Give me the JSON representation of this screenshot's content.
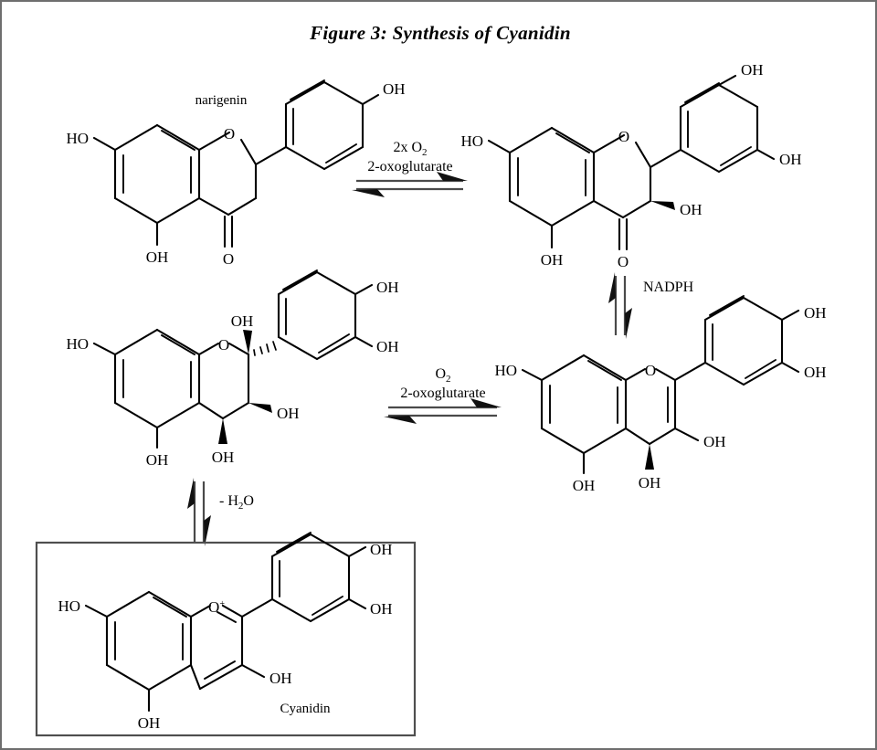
{
  "figure": {
    "title": "Figure 3: Synthesis of Cyanidin",
    "page_border_color": "#6e6e6e",
    "background_color": "#ffffff"
  },
  "molecules": [
    {
      "id": "naringenin",
      "name_label": "narigenin",
      "position": "top-left",
      "atom_labels": [
        "HO",
        "OH",
        "O",
        "O",
        "OH"
      ],
      "ring_oxygen": "O",
      "ketone_oxygen": "O",
      "a_ring_hydroxyls": [
        "HO",
        "OH"
      ],
      "b_ring_hydroxyls": [
        "OH"
      ]
    },
    {
      "id": "dihydroquercetin",
      "name_label": "",
      "position": "top-right",
      "atom_labels": [
        "HO",
        "OH",
        "O",
        "O",
        "OH",
        "OH",
        "OH"
      ],
      "ring_oxygen": "O",
      "ketone_oxygen": "O",
      "a_ring_hydroxyls": [
        "HO",
        "OH"
      ],
      "b_ring_hydroxyls": [
        "OH",
        "OH"
      ],
      "stereo_hydroxyls": [
        "OH"
      ]
    },
    {
      "id": "leucocyanidin-ene",
      "name_label": "",
      "position": "middle-right",
      "atom_labels": [
        "HO",
        "OH",
        "O",
        "OH",
        "OH",
        "OH",
        "OH"
      ],
      "ring_oxygen": "O",
      "a_ring_hydroxyls": [
        "HO",
        "OH"
      ],
      "b_ring_hydroxyls": [
        "OH",
        "OH"
      ],
      "stereo_hydroxyls": [
        "OH"
      ],
      "enol_hydroxyl": "OH"
    },
    {
      "id": "leucocyanidin",
      "name_label": "",
      "position": "middle-left",
      "atom_labels": [
        "HO",
        "OH",
        "O",
        "OH",
        "OH",
        "OH",
        "OH",
        "OH"
      ],
      "ring_oxygen": "O",
      "a_ring_hydroxyls": [
        "HO",
        "OH"
      ],
      "b_ring_hydroxyls": [
        "OH",
        "OH"
      ],
      "stereo_hydroxyls": [
        "OH",
        "OH",
        "OH"
      ]
    },
    {
      "id": "cyanidin",
      "name_label": "Cyanidin",
      "position": "bottom-left-boxed",
      "atom_labels": [
        "HO",
        "OH",
        "O",
        "OH",
        "OH",
        "OH"
      ],
      "ring_oxygen": "O",
      "ring_oxygen_charge": "+",
      "a_ring_hydroxyls": [
        "HO",
        "OH"
      ],
      "b_ring_hydroxyls": [
        "OH",
        "OH"
      ],
      "c_ring_hydroxyls": [
        "OH"
      ],
      "boxed": true
    }
  ],
  "arrows": [
    {
      "id": "arrow-naringenin-to-dihydroquercetin",
      "direction": "horizontal-equilibrium",
      "reagents": [
        "2x O",
        "2-oxoglutarate"
      ],
      "reagent_top_main": "2x O",
      "reagent_top_sub": "2",
      "reagent_bottom": "2-oxoglutarate"
    },
    {
      "id": "arrow-dihydroquercetin-to-leucocyanidin-ene",
      "direction": "vertical-equilibrium",
      "reagent_label": "NADPH"
    },
    {
      "id": "arrow-leucocyanidin-ene-to-leucocyanidin",
      "direction": "horizontal-equilibrium-leftward",
      "reagent_top_main": "O",
      "reagent_top_sub": "2",
      "reagent_bottom": "2-oxoglutarate"
    },
    {
      "id": "arrow-leucocyanidin-to-cyanidin",
      "direction": "vertical-equilibrium",
      "reagent_prefix": "- H",
      "reagent_sub": "2",
      "reagent_suffix": "O"
    }
  ],
  "text_elements": {
    "naringenin_name": "narigenin",
    "cyanidin_name": "Cyanidin",
    "nadph": "NADPH",
    "oxoglutarate": "2-oxoglutarate",
    "two_x_o2_main": "2x O",
    "o2_main": "O",
    "subscript_two": "2",
    "water_loss_prefix": "- H",
    "water_loss_suffix": "O",
    "ho_label": "HO",
    "oh_label": "OH",
    "o_label": "O",
    "plus_charge": "+"
  }
}
